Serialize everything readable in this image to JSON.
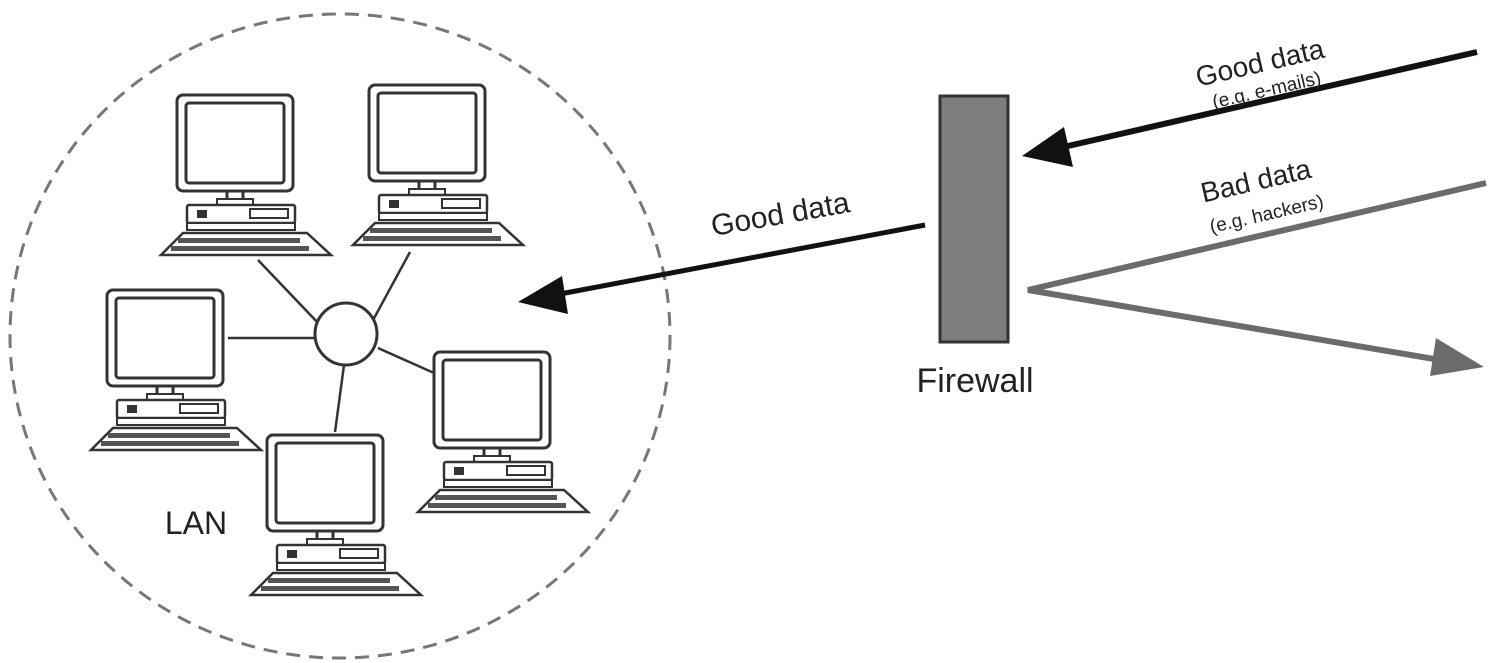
{
  "labels": {
    "lan": "LAN",
    "firewall": "Firewall",
    "good_data_inside": "Good data",
    "good_data_incoming": "Good data",
    "good_data_example": "(e.g. e-mails)",
    "bad_data": "Bad data",
    "bad_data_example": "(e.g. hackers)"
  },
  "colors": {
    "good_flow": "#111111",
    "bad_flow": "#6b6b6b",
    "firewall_fill": "#7d7d7d",
    "lan_boundary": "#777777",
    "line": "#333333"
  }
}
